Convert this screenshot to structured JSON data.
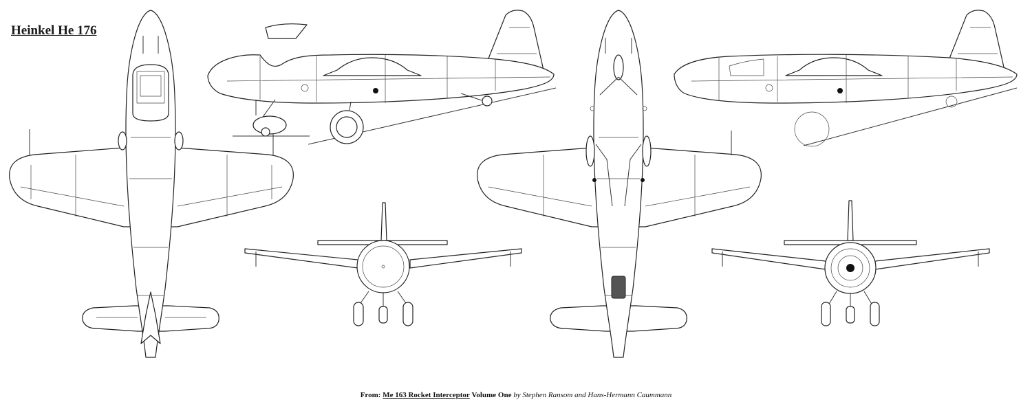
{
  "title": "Heinkel He 176",
  "credit": {
    "prefix": "From:",
    "book_title": "Me 163 Rocket Interceptor",
    "volume": "Volume One",
    "by": "by",
    "authors": "Stephen Ransom and Hans-Hermann Caummann"
  },
  "views": [
    {
      "id": "top-view"
    },
    {
      "id": "side-view-gear-down"
    },
    {
      "id": "front-view-gear-down"
    },
    {
      "id": "bottom-view"
    },
    {
      "id": "side-view-gear-up"
    },
    {
      "id": "front-view-gear-up"
    }
  ]
}
